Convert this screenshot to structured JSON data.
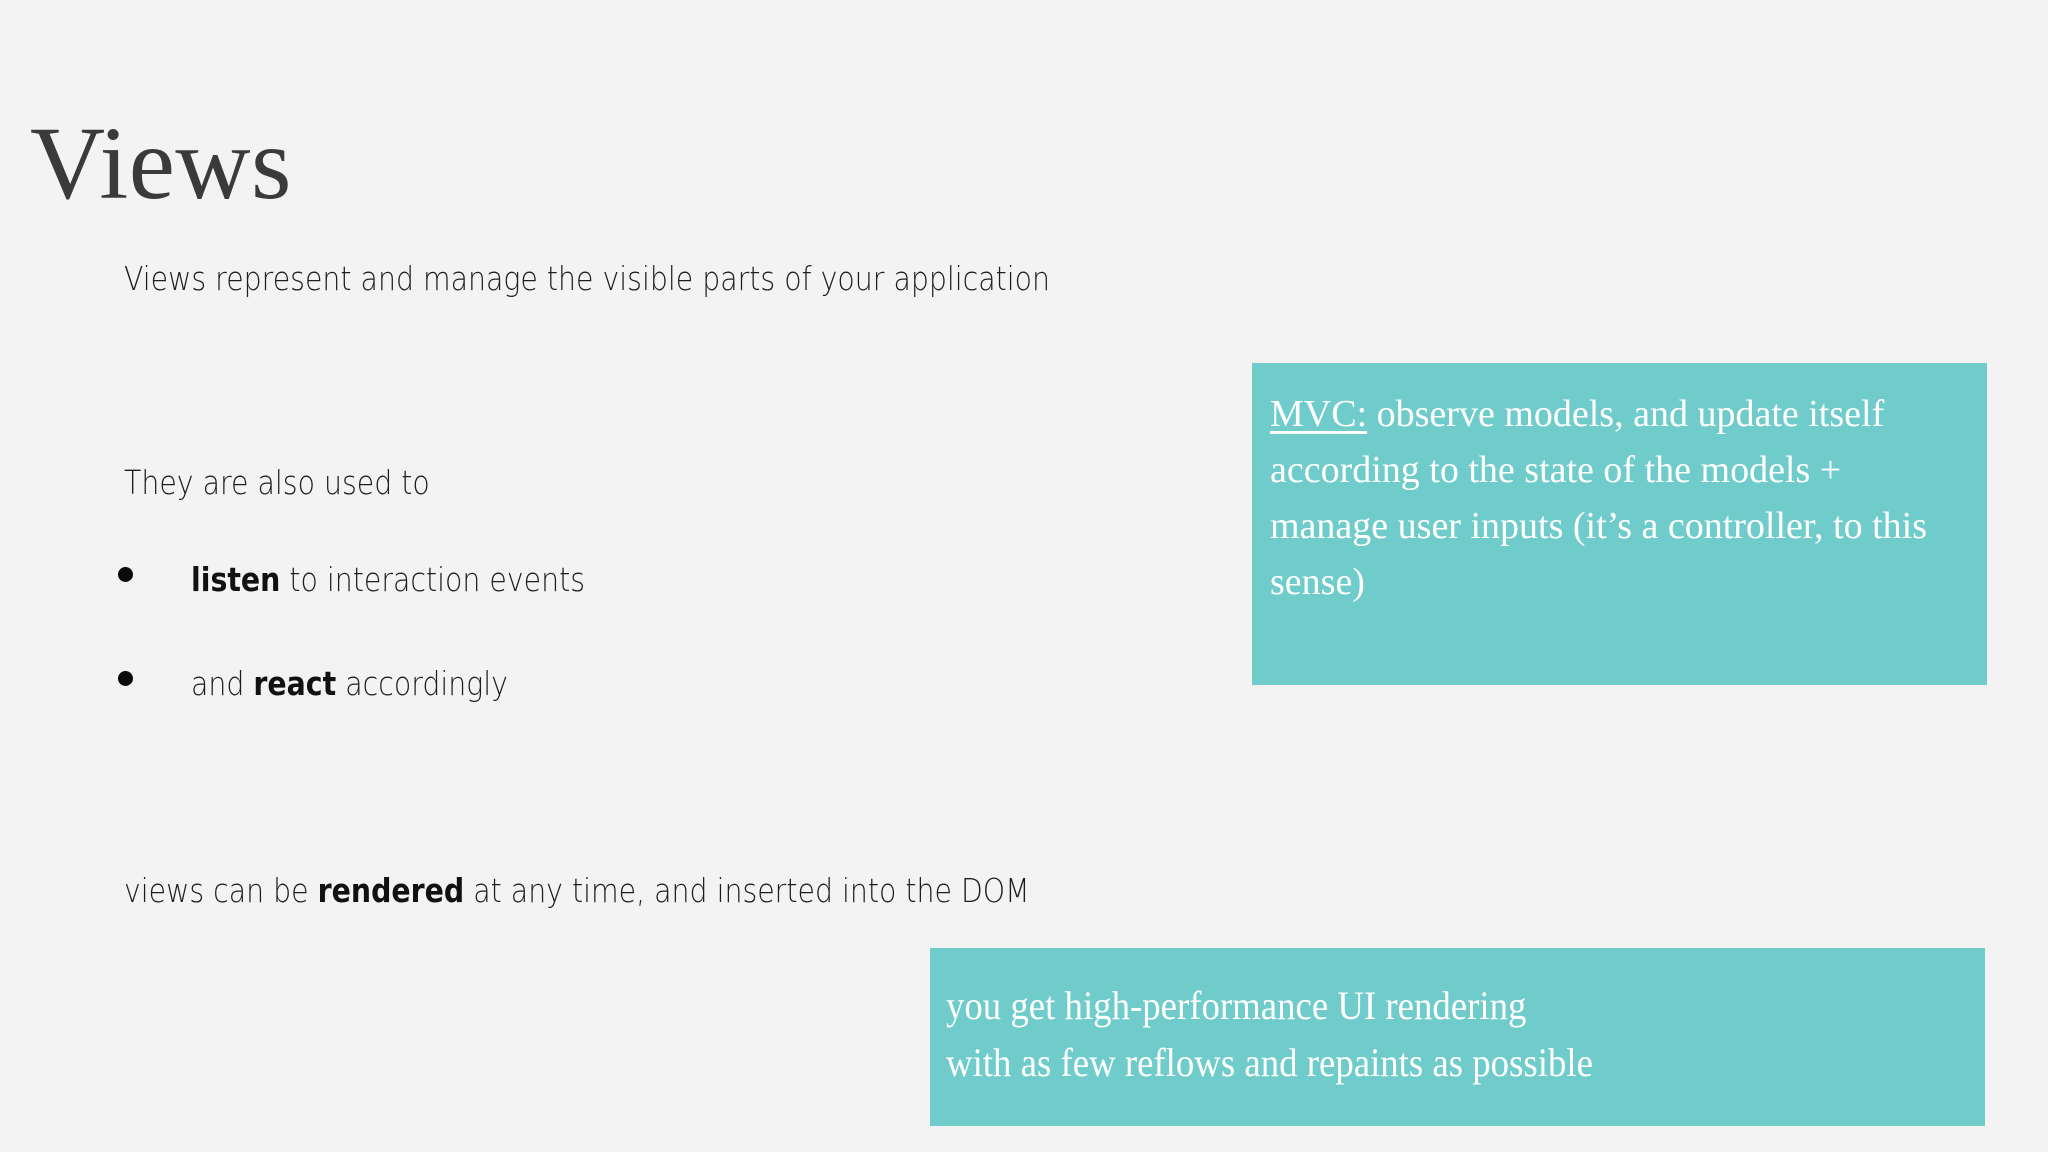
{
  "slide": {
    "title": "Views",
    "background_color": "#f4f3f4",
    "accent_color": "#6fcccb",
    "text_color": "#1d1d1d"
  },
  "content": {
    "lead_line": "Views represent and manage the visible parts of your application",
    "also_used_heading": "They are also used to",
    "bullets": [
      {
        "emphasis": "listen",
        "rest": " to interaction events"
      },
      {
        "prefix": "and ",
        "emphasis": "react",
        "rest": " accordingly"
      }
    ],
    "rendered_line": {
      "before": "views can be ",
      "emphasis": "rendered",
      "after": " at any time, and inserted into the DOM"
    }
  },
  "callouts": {
    "mvc": {
      "label": "MVC:",
      "body": " observe models, and update itself according to the state of the models + manage user inputs (it’s a controller, to this sense)"
    },
    "performance": {
      "line1": "you get high-performance UI rendering",
      "line2": "with as few reflows and repaints as possible"
    }
  }
}
